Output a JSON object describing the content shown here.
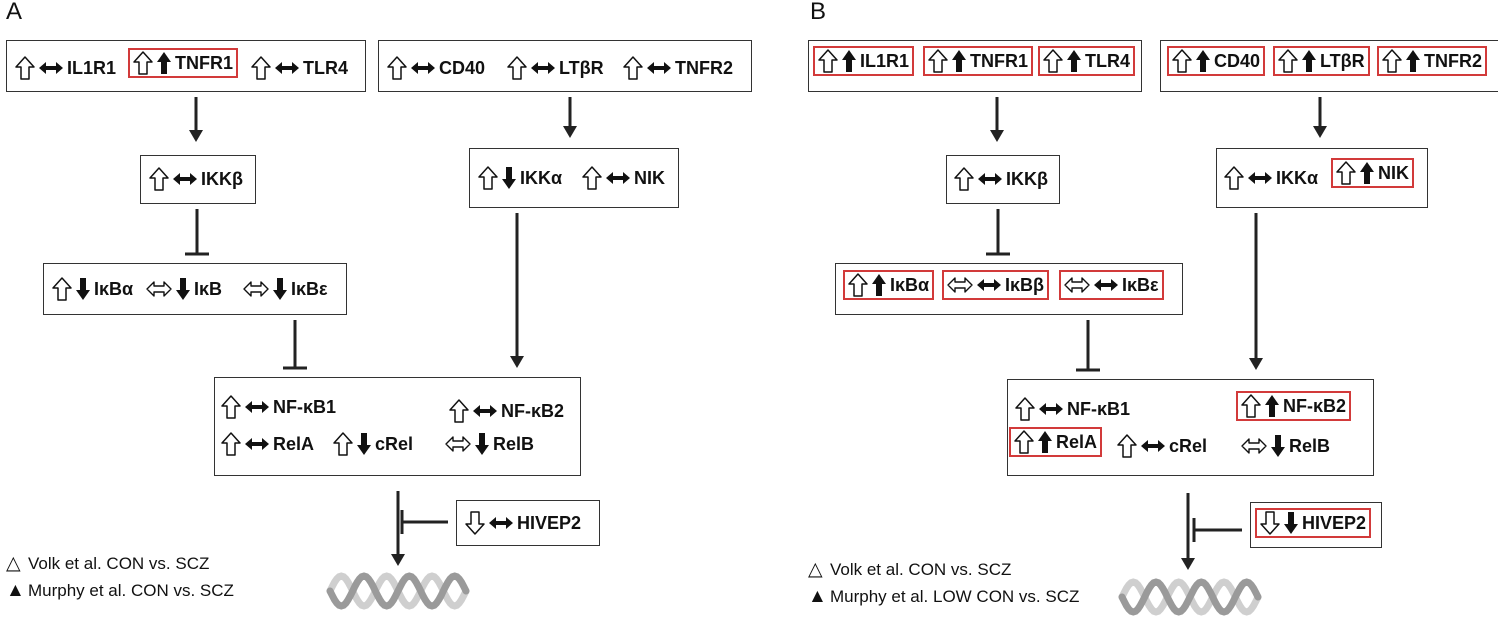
{
  "panels": [
    {
      "letter": "A",
      "legend": [
        {
          "symbol": "△",
          "text": "Volk et al. CON vs. SCZ"
        },
        {
          "symbol": "▲",
          "text": "Murphy et al. CON vs. SCZ"
        }
      ],
      "nodes": [
        {
          "label": "IL1R1",
          "a": "up",
          "b": "flat",
          "hl": false
        },
        {
          "label": "TNFR1",
          "a": "up",
          "b": "up",
          "hl": true
        },
        {
          "label": "TLR4",
          "a": "up",
          "b": "flat",
          "hl": false
        },
        {
          "label": "CD40",
          "a": "up",
          "b": "flat",
          "hl": false
        },
        {
          "label": "LTβR",
          "a": "up",
          "b": "flat",
          "hl": false
        },
        {
          "label": "TNFR2",
          "a": "up",
          "b": "flat",
          "hl": false
        },
        {
          "label": "IKKβ",
          "a": "up",
          "b": "flat",
          "hl": false
        },
        {
          "label": "IKKα",
          "a": "up",
          "b": "down",
          "hl": false
        },
        {
          "label": "NIK",
          "a": "up",
          "b": "flat",
          "hl": false
        },
        {
          "label": "IκBα",
          "a": "up",
          "b": "down",
          "hl": false
        },
        {
          "label": "IκB",
          "a": "flat",
          "b": "down",
          "hl": false
        },
        {
          "label": "IκBε",
          "a": "flat",
          "b": "down",
          "hl": false
        },
        {
          "label": "NF-κB1",
          "a": "up",
          "b": "flat",
          "hl": false
        },
        {
          "label": "NF-κB2",
          "a": "up",
          "b": "flat",
          "hl": false
        },
        {
          "label": "RelA",
          "a": "up",
          "b": "flat",
          "hl": false
        },
        {
          "label": "cRel",
          "a": "up",
          "b": "down",
          "hl": false
        },
        {
          "label": "RelB",
          "a": "flat",
          "b": "down",
          "hl": false
        },
        {
          "label": "HIVEP2",
          "a": "down",
          "b": "flat",
          "hl": false
        }
      ]
    },
    {
      "letter": "B",
      "legend": [
        {
          "symbol": "△",
          "text": "Volk et al. CON vs. SCZ"
        },
        {
          "symbol": "▲",
          "text": "Murphy et al. LOW CON vs. SCZ"
        }
      ],
      "nodes": [
        {
          "label": "IL1R1",
          "a": "up",
          "b": "up",
          "hl": true
        },
        {
          "label": "TNFR1",
          "a": "up",
          "b": "up",
          "hl": true
        },
        {
          "label": "TLR4",
          "a": "up",
          "b": "up",
          "hl": true
        },
        {
          "label": "CD40",
          "a": "up",
          "b": "up",
          "hl": true
        },
        {
          "label": "LTβR",
          "a": "up",
          "b": "up",
          "hl": true
        },
        {
          "label": "TNFR2",
          "a": "up",
          "b": "up",
          "hl": true
        },
        {
          "label": "IKKβ",
          "a": "up",
          "b": "flat",
          "hl": false
        },
        {
          "label": "IKKα",
          "a": "up",
          "b": "flat",
          "hl": false
        },
        {
          "label": "NIK",
          "a": "up",
          "b": "up",
          "hl": true
        },
        {
          "label": "IκBα",
          "a": "up",
          "b": "up",
          "hl": true
        },
        {
          "label": "IκBβ",
          "a": "flat",
          "b": "flat",
          "hl": true
        },
        {
          "label": "IκBε",
          "a": "flat",
          "b": "flat",
          "hl": true
        },
        {
          "label": "NF-κB1",
          "a": "up",
          "b": "flat",
          "hl": false
        },
        {
          "label": "NF-κB2",
          "a": "up",
          "b": "up",
          "hl": true
        },
        {
          "label": "RelA",
          "a": "up",
          "b": "up",
          "hl": true
        },
        {
          "label": "cRel",
          "a": "up",
          "b": "flat",
          "hl": false
        },
        {
          "label": "RelB",
          "a": "flat",
          "b": "down",
          "hl": false
        },
        {
          "label": "HIVEP2",
          "a": "down",
          "b": "down",
          "hl": true
        }
      ]
    }
  ],
  "colors": {
    "highlight": "#d23a3a",
    "line": "#222222",
    "dna_dark": "#9a9a9a",
    "dna_light": "#cfcfcf"
  }
}
